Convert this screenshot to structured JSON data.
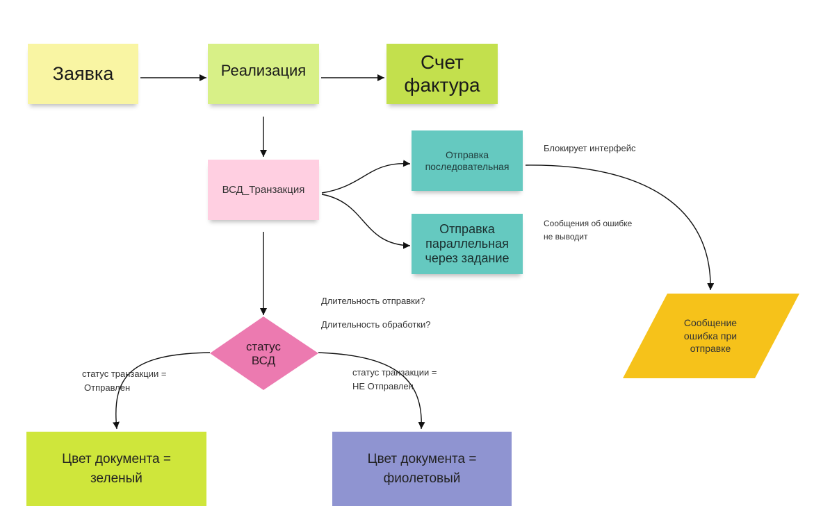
{
  "nodes": {
    "zayavka": "Заявка",
    "realizaciya": "Реализация",
    "schet_faktura": [
      "Счет",
      "фактура"
    ],
    "vsd_tranzakciya": "ВСД_Транзакция",
    "otpravka_posled": [
      "Отправка",
      "последовательная"
    ],
    "otpravka_parall": [
      "Отправка",
      "параллельная",
      "через задание"
    ],
    "status_vsd": [
      "статус",
      "ВСД"
    ],
    "soobshenie": [
      "Сообщение",
      "ошибка при",
      "отправке"
    ],
    "cvet_zeleny": [
      "Цвет документа =",
      "зеленый"
    ],
    "cvet_fioletovy": [
      "Цвет документа =",
      "фиолетовый"
    ]
  },
  "annotations": {
    "blokiruet": "Блокирует интерфейс",
    "soobsheniya_oshibke": [
      "Сообщения об ошибке",
      "не выводит"
    ],
    "dlitelnost_otpravki": "Длительность отправки?",
    "dlitelnost_obrabotki": "Длительность обработки?",
    "status_otpravlen": [
      "статус транзакции =",
      "Отправлен"
    ],
    "status_ne_otpravlen": [
      "статус транзакции =",
      "НЕ Отправлен"
    ]
  },
  "colors": {
    "yellow_note": "#f9f5a3",
    "light_green_note": "#d8f087",
    "green_note": "#c3e04d",
    "pink_note": "#ffcfe1",
    "teal_note": "#65c9c0",
    "diamond": "#ec7ab0",
    "parallelogram": "#f6c21a",
    "lime_note": "#cfe63b",
    "purple_note": "#8f94d1",
    "line": "#111111"
  }
}
